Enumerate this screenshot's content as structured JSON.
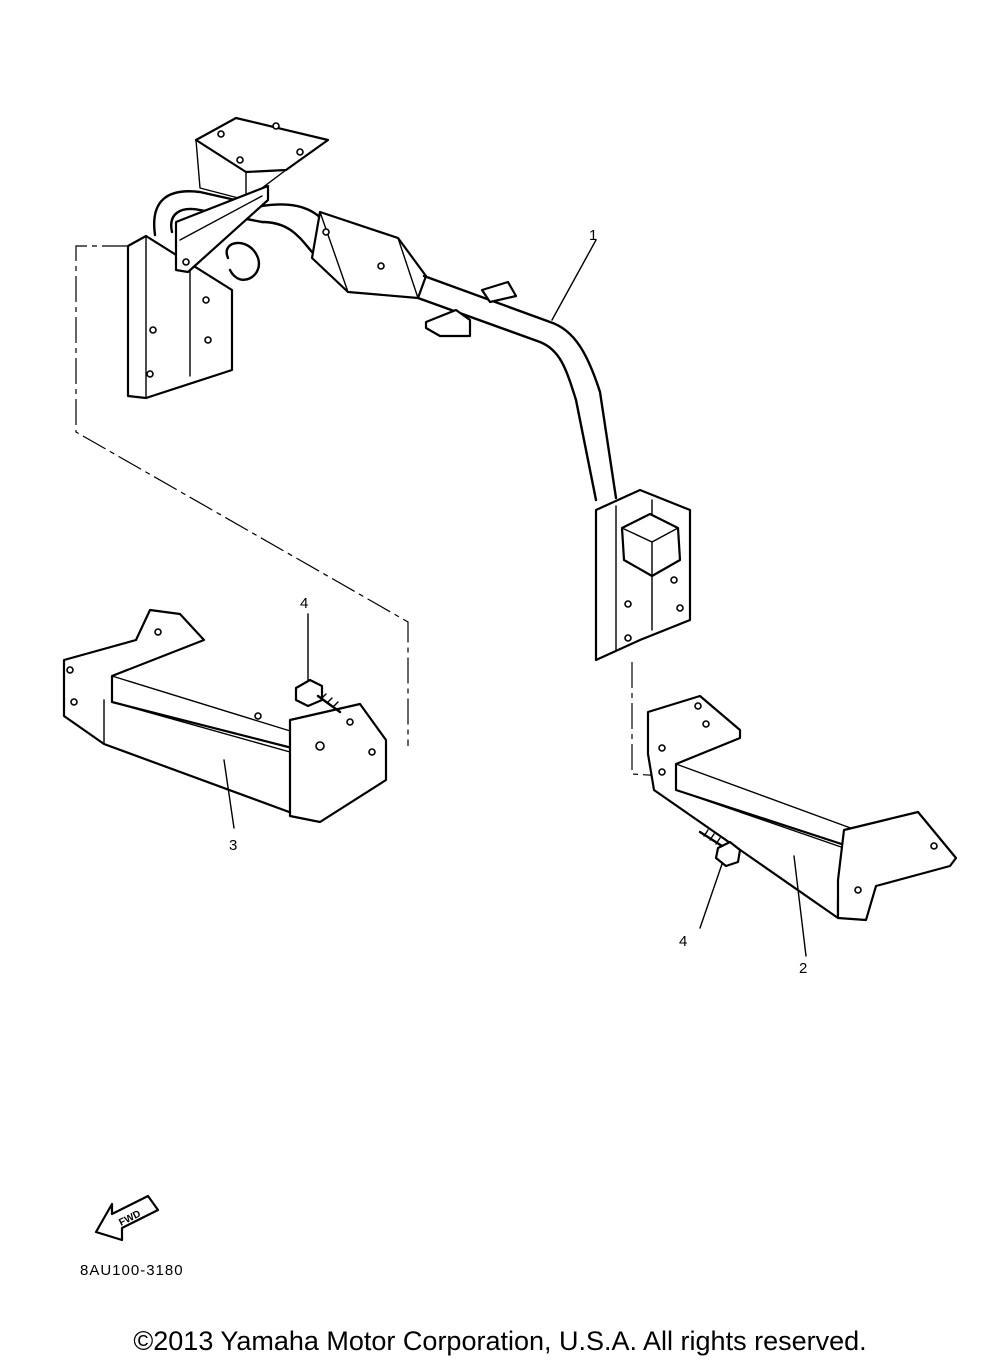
{
  "diagram": {
    "callouts": [
      {
        "id": "1",
        "label": "1"
      },
      {
        "id": "2",
        "label": "2"
      },
      {
        "id": "3",
        "label": "3"
      },
      {
        "id": "4a",
        "label": "4"
      },
      {
        "id": "4b",
        "label": "4"
      }
    ],
    "fwd_label": "FWD",
    "part_code": "8AU100-3180"
  },
  "footer": {
    "copyright": "©2013 Yamaha Motor Corporation, U.S.A. All rights reserved."
  }
}
